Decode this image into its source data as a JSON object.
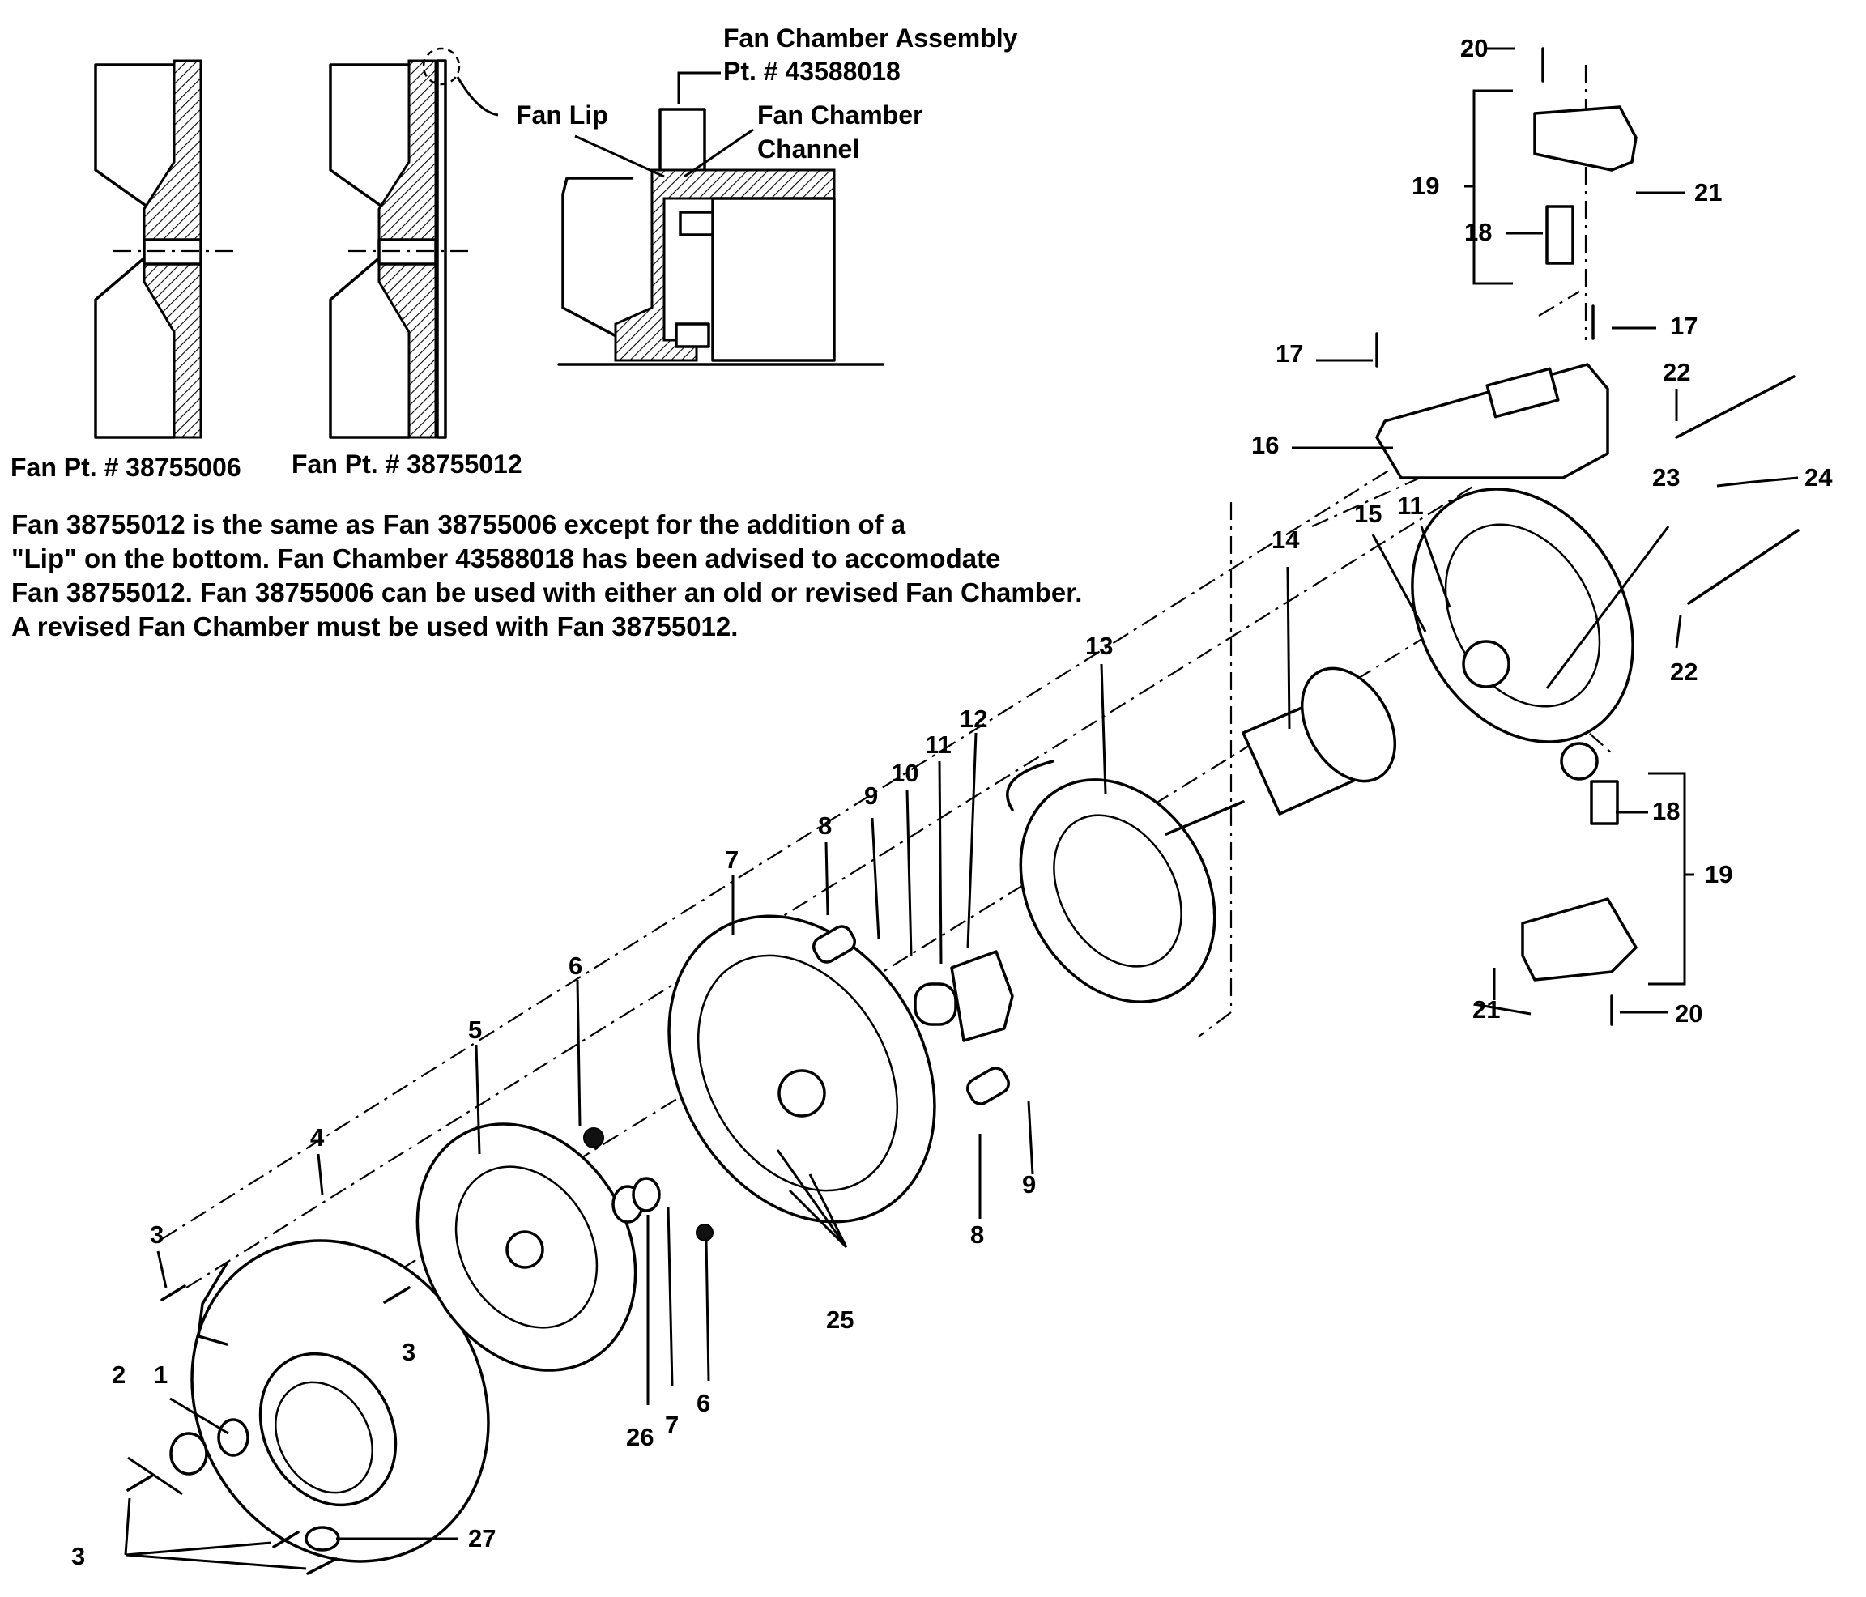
{
  "fan_section": {
    "fan_a_caption": "Fan Pt. # 38755006",
    "fan_b_caption": "Fan Pt. # 38755012",
    "fan_lip_label": "Fan Lip",
    "chamber_assembly_title": "Fan Chamber Assembly",
    "chamber_assembly_part": "Pt. # 43588018",
    "chamber_channel_label_1": "Fan Chamber",
    "chamber_channel_label_2": "Channel"
  },
  "note": {
    "line1": "Fan 38755012 is the same as Fan 38755006 except for the addition of a",
    "line2": "\"Lip\" on the bottom.  Fan Chamber 43588018 has been advised to accomodate",
    "line3": "Fan 38755012.  Fan 38755006 can be used with either an old or revised Fan Chamber.",
    "line4": "A revised Fan Chamber must be used with Fan 38755012."
  },
  "callouts": {
    "c1": "1",
    "c2": "2",
    "c3a": "3",
    "c3b": "3",
    "c3c": "3",
    "c4": "4",
    "c5": "5",
    "c6a": "6",
    "c6b": "6",
    "c7a": "7",
    "c7b": "7",
    "c8a": "8",
    "c8b": "8",
    "c9a": "9",
    "c9b": "9",
    "c10": "10",
    "c11a": "11",
    "c11b": "11",
    "c12": "12",
    "c13": "13",
    "c14": "14",
    "c15": "15",
    "c16": "16",
    "c17a": "17",
    "c17b": "17",
    "c18a": "18",
    "c18b": "18",
    "c19a": "19",
    "c19b": "19",
    "c20a": "20",
    "c20b": "20",
    "c21a": "21",
    "c21b": "21",
    "c22a": "22",
    "c22b": "22",
    "c23": "23",
    "c24": "24",
    "c25": "25",
    "c26": "26",
    "c27": "27"
  }
}
